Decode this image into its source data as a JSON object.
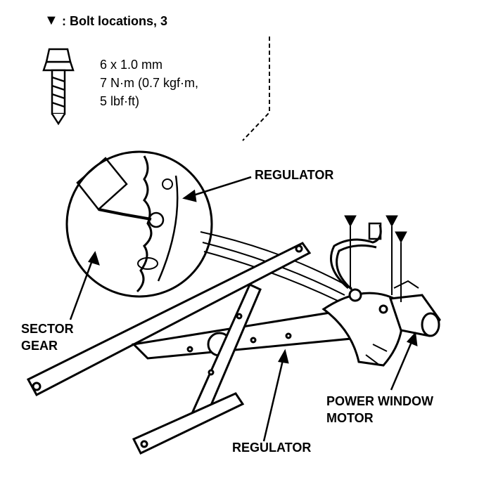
{
  "legend": {
    "marker_symbol": "▼",
    "text": ": Bolt locations, 3"
  },
  "bolt_spec": {
    "size": "6 x 1.0 mm",
    "torque_line1": "7 N·m (0.7 kgf·m,",
    "torque_line2": "5 lbf·ft)"
  },
  "labels": {
    "regulator_top": "REGULATOR",
    "sector_gear_line1": "SECTOR",
    "sector_gear_line2": "GEAR",
    "power_window_line1": "POWER WINDOW",
    "power_window_line2": "MOTOR",
    "regulator_bottom": "REGULATOR"
  },
  "colors": {
    "ink": "#000000",
    "paper": "#ffffff"
  }
}
